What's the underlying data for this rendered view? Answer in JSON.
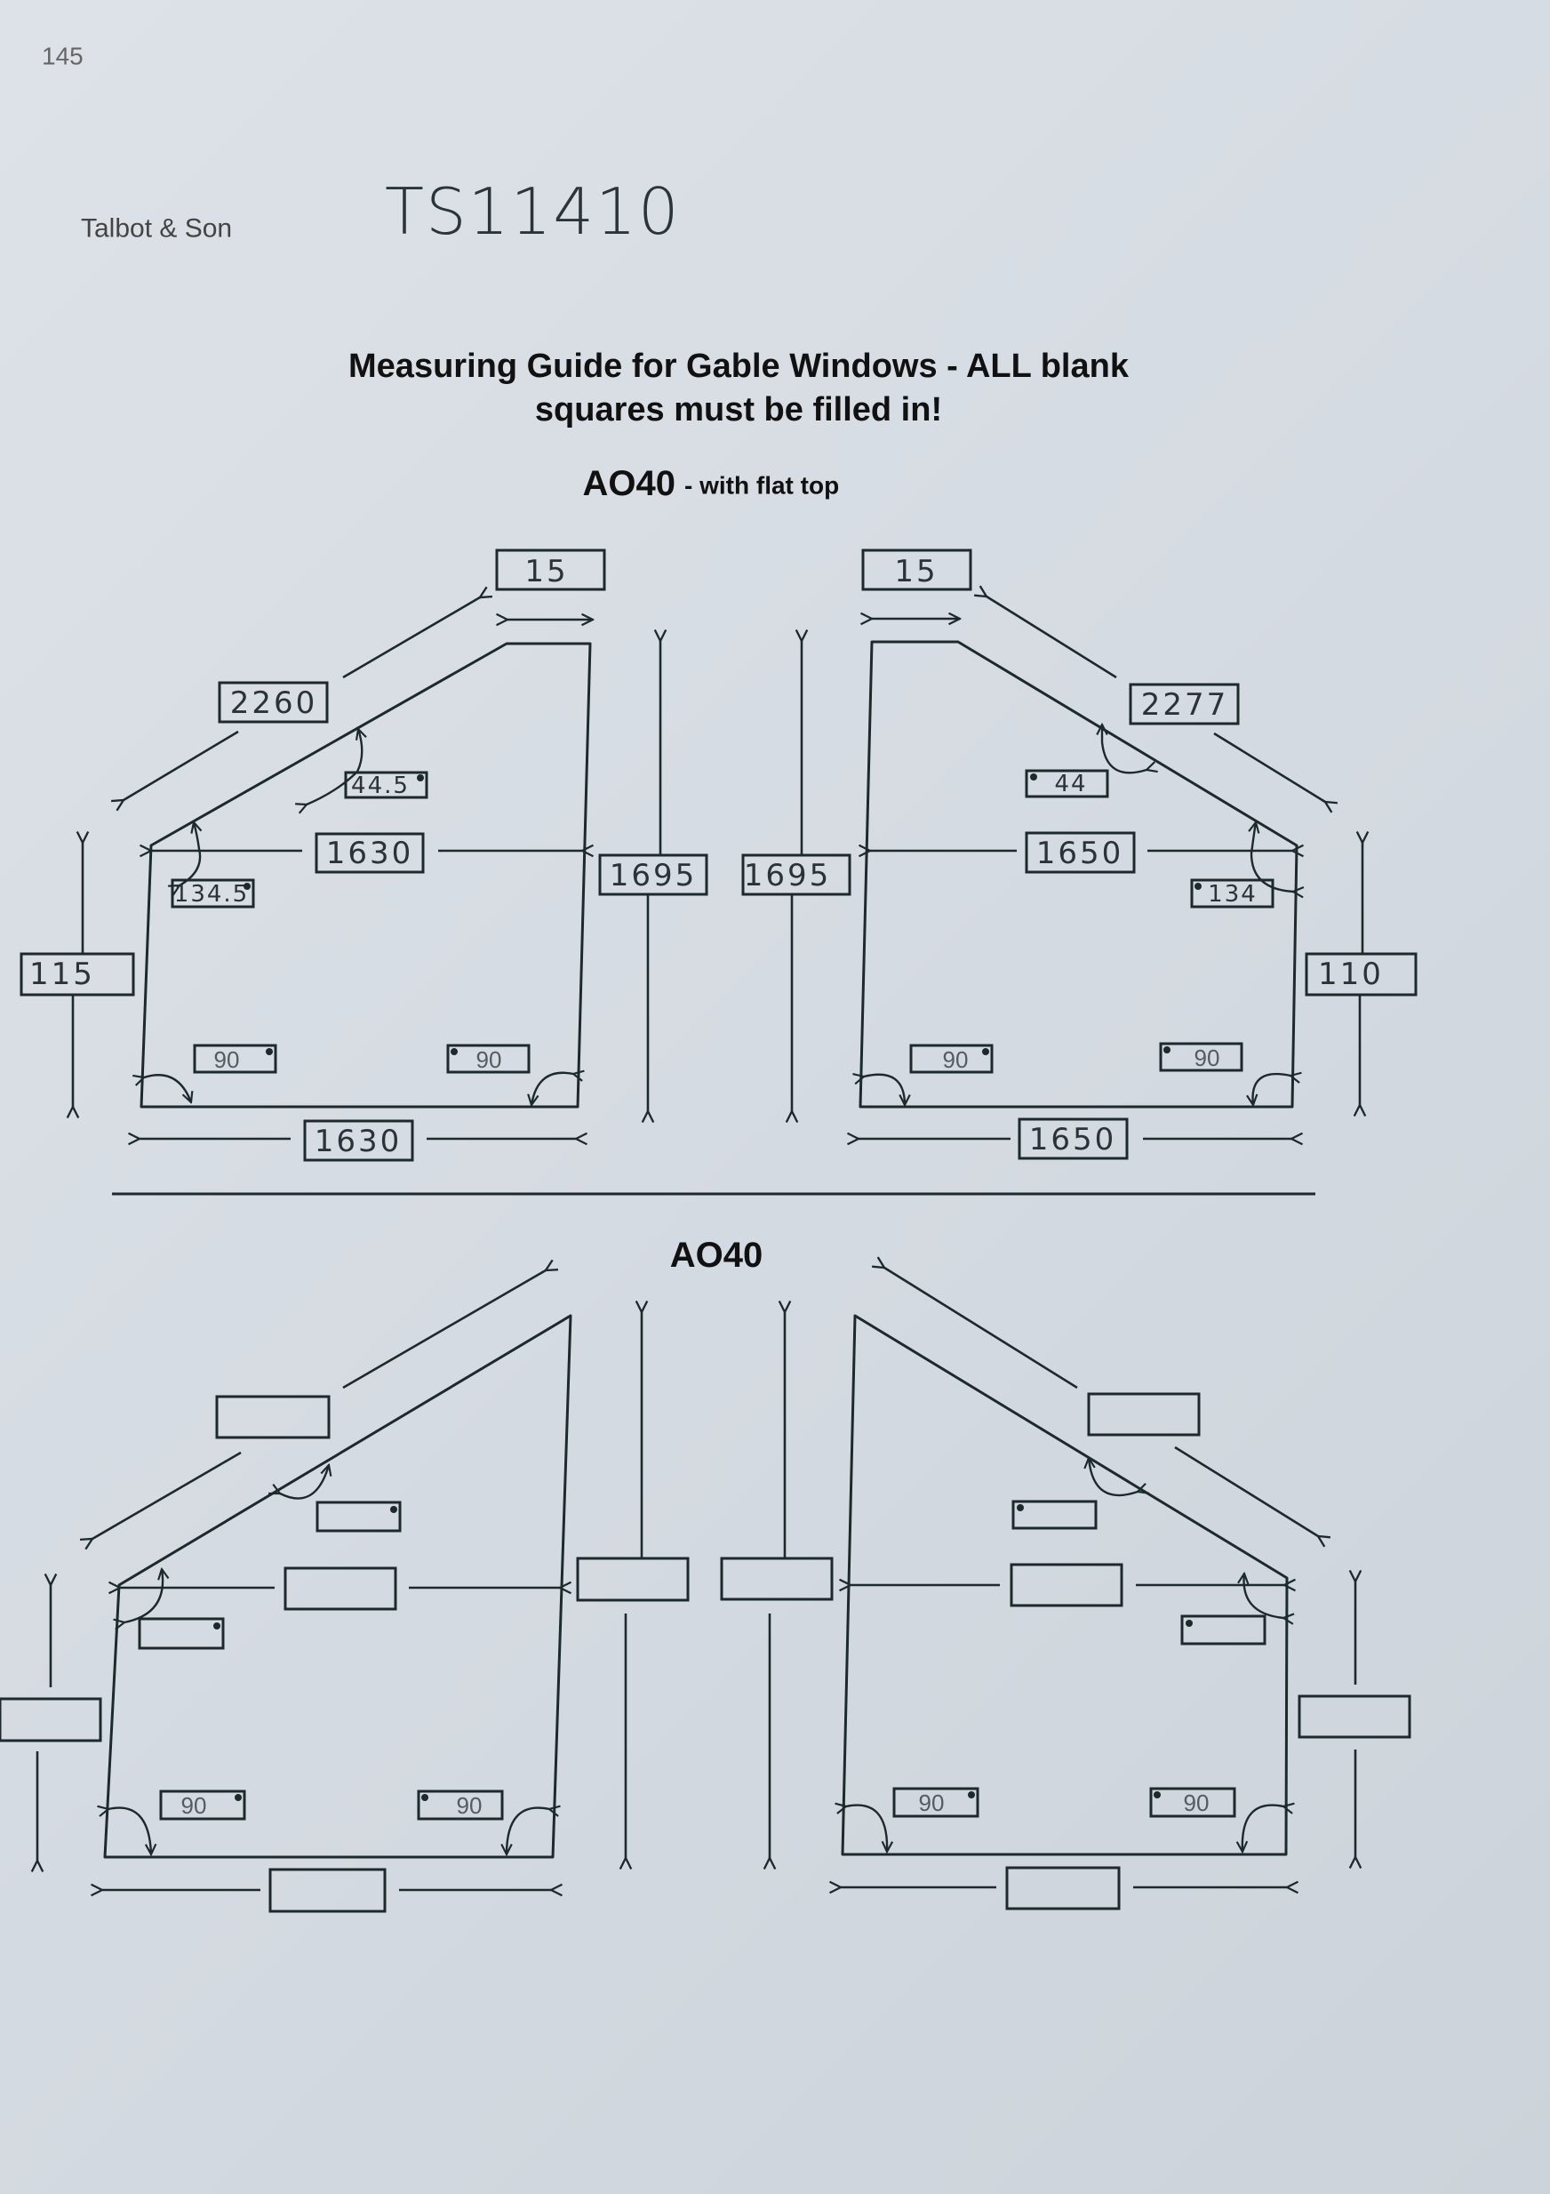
{
  "header": {
    "page_number": "145",
    "company": "Talbot & Son",
    "reference": "TS11410",
    "title_line1": "Measuring Guide for Gable Windows - ALL blank",
    "title_line2": "squares must be filled in!"
  },
  "section1": {
    "heading": "AO40",
    "subheading": "- with flat top"
  },
  "section2": {
    "heading": "AO40"
  },
  "diagram_left_flat": {
    "top_width": "15",
    "slope_length": "2260",
    "top_angle": "44.5",
    "mid_width": "1630",
    "side_angle": "134.5",
    "short_side": "115",
    "tall_side": "1695",
    "bottom_left_angle": "90",
    "bottom_right_angle": "90",
    "bottom_width": "1630"
  },
  "diagram_right_flat": {
    "top_width": "15",
    "slope_length": "2277",
    "top_angle": "44",
    "mid_width": "1650",
    "side_angle": "134",
    "short_side": "110",
    "tall_side": "1695",
    "bottom_left_angle": "90",
    "bottom_right_angle": "90",
    "bottom_width": "1650"
  },
  "diagram_left_peak": {
    "bottom_left_angle": "90",
    "bottom_right_angle": "90"
  },
  "diagram_right_peak": {
    "bottom_left_angle": "90",
    "bottom_right_angle": "90"
  }
}
